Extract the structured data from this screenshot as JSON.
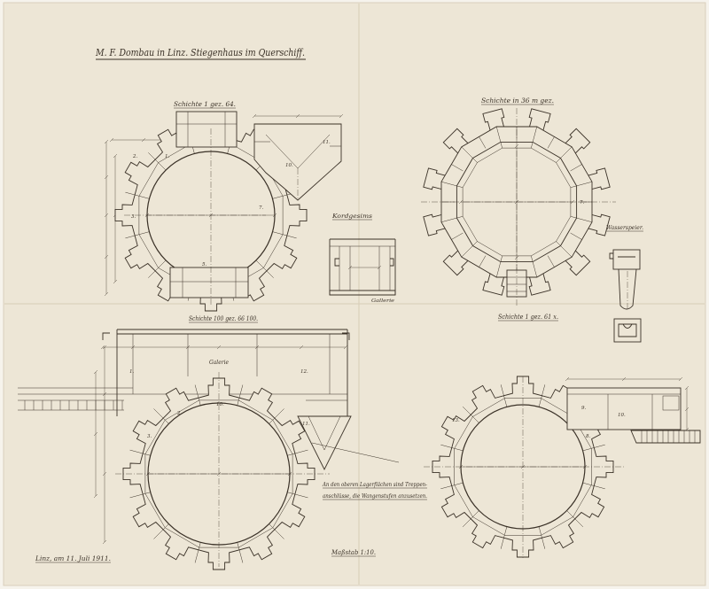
{
  "sheet": {
    "title": "M. F. Dombau in Linz. Stiegenhaus im Querschiff.",
    "date_line": "Linz, am 11. Juli 1911.",
    "scale": "Maßstab 1:10."
  },
  "plans": {
    "top_left": {
      "label": "Schichte 1 gez. 64.",
      "stone_numbers": [
        "2.",
        "1.",
        "3.",
        "5.",
        "7.",
        "10.",
        "11."
      ]
    },
    "top_right": {
      "label_top": "Schichte in 36 m gez.",
      "label_bottom": "Schichte 1 gez. 61 x.",
      "stone_numbers": [
        "7."
      ]
    },
    "bottom_left": {
      "label": "Schichte 100 gez. 66 100.",
      "gallery_label": "Galerie",
      "stone_numbers": [
        "1.",
        "2.",
        "3.",
        "10.",
        "11.",
        "12."
      ]
    },
    "bottom_right": {
      "stone_numbers": [
        "13.",
        "9.",
        "10.",
        "8."
      ]
    }
  },
  "details": {
    "cornice_label": "Kordgesims",
    "cornice_gallery_label": "Gallerie",
    "gargoyle_label": "Wasserspeier."
  },
  "note": {
    "lines": [
      "An den oberen Lagerflächen sind Treppen-",
      "anschlüsse, die Wangenstufen anzusetzen."
    ]
  },
  "colors": {
    "paper": "#ede6d6",
    "ink": "#3a3127",
    "fold": "#d8cdb7"
  }
}
